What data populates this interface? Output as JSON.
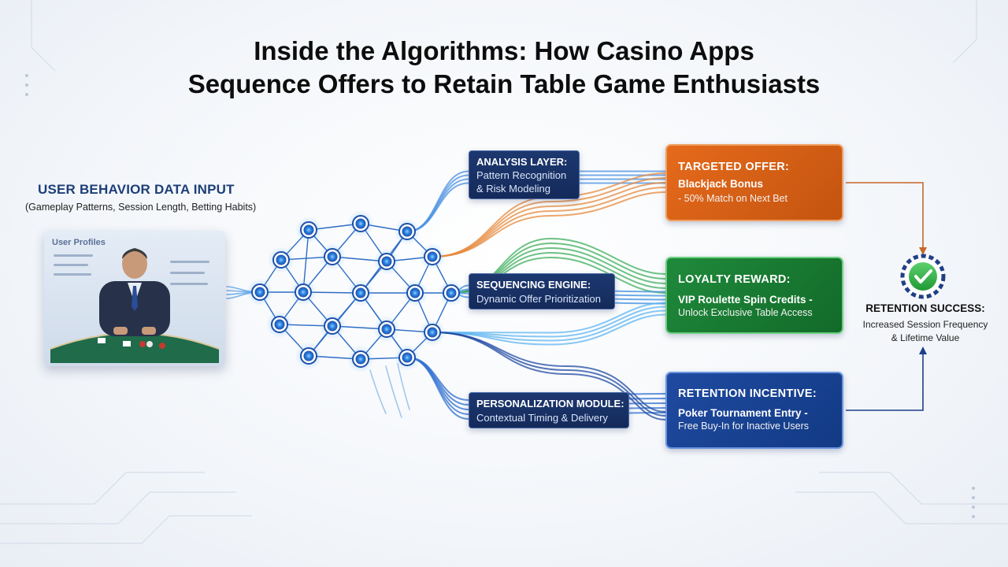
{
  "title": {
    "line1": "Inside the Algorithms: How Casino Apps",
    "line2": "Sequence Offers to Retain Table Game Enthusiasts"
  },
  "input": {
    "heading": "USER BEHAVIOR DATA INPUT",
    "subheading": "(Gameplay Patterns, Session Length, Betting Habits)",
    "card_title": "User Profiles"
  },
  "layers": {
    "analysis": {
      "title": "ANALYSIS LAYER:",
      "line1": "Pattern Recognition",
      "line2": "& Risk Modeling"
    },
    "sequencing": {
      "title": "SEQUENCING ENGINE:",
      "line1": "Dynamic Offer Prioritization"
    },
    "personalization": {
      "title": "PERSONALIZATION MODULE:",
      "line1": "Contextual Timing & Delivery"
    }
  },
  "offers": {
    "targeted": {
      "title": "TARGETED OFFER:",
      "name": "Blackjack Bonus",
      "detail": "- 50% Match on Next Bet",
      "color": "#d8621a"
    },
    "loyalty": {
      "title": "LOYALTY REWARD:",
      "name": "VIP Roulette Spin Credits -",
      "detail": "Unlock Exclusive Table Access",
      "color": "#1a7d35"
    },
    "retention": {
      "title": "RETENTION INCENTIVE:",
      "name": "Poker Tournament Entry -",
      "detail": "Free Buy-In for Inactive Users",
      "color": "#1a4496"
    }
  },
  "result": {
    "title": "RETENTION SUCCESS:",
    "line1": "Increased Session Frequency",
    "line2": "& Lifetime Value",
    "icon": "check-icon"
  },
  "colors": {
    "accent_blue": "#2f7de0",
    "navy": "#142a5a",
    "orange": "#d8621a",
    "green": "#1a7d35",
    "blue": "#1a4496"
  }
}
